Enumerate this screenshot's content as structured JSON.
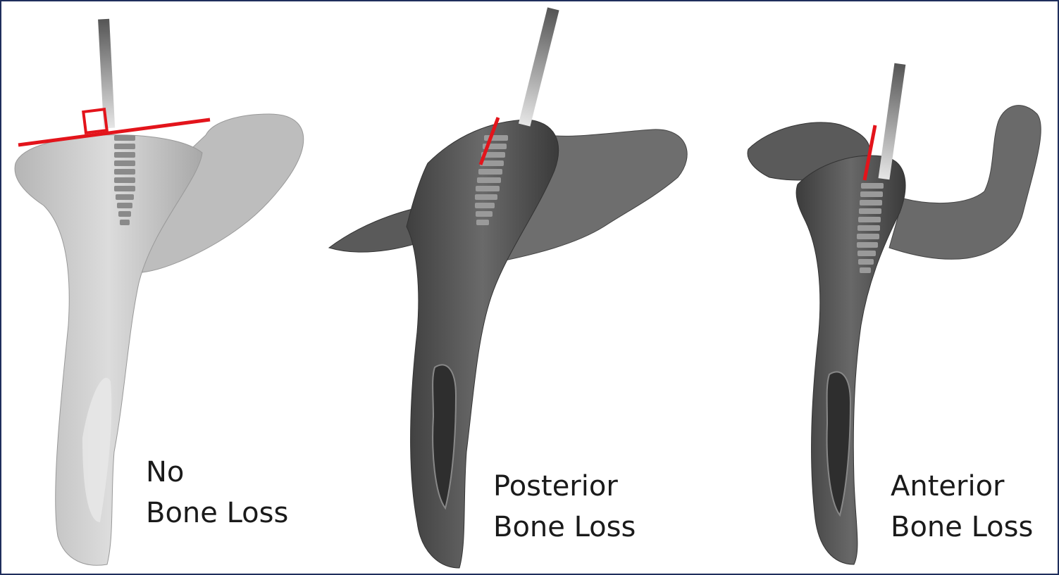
{
  "panels": [
    {
      "line1": "No",
      "line2": "Bone Loss"
    },
    {
      "line1": "Posterior",
      "line2": "Bone Loss"
    },
    {
      "line1": "Anterior",
      "line2": "Bone Loss"
    }
  ],
  "colors": {
    "border": "#1f2e5c",
    "reference_line": "#e3141b",
    "bone_light": "#c8c8c8",
    "bone_dark": "#4a4a4a"
  }
}
